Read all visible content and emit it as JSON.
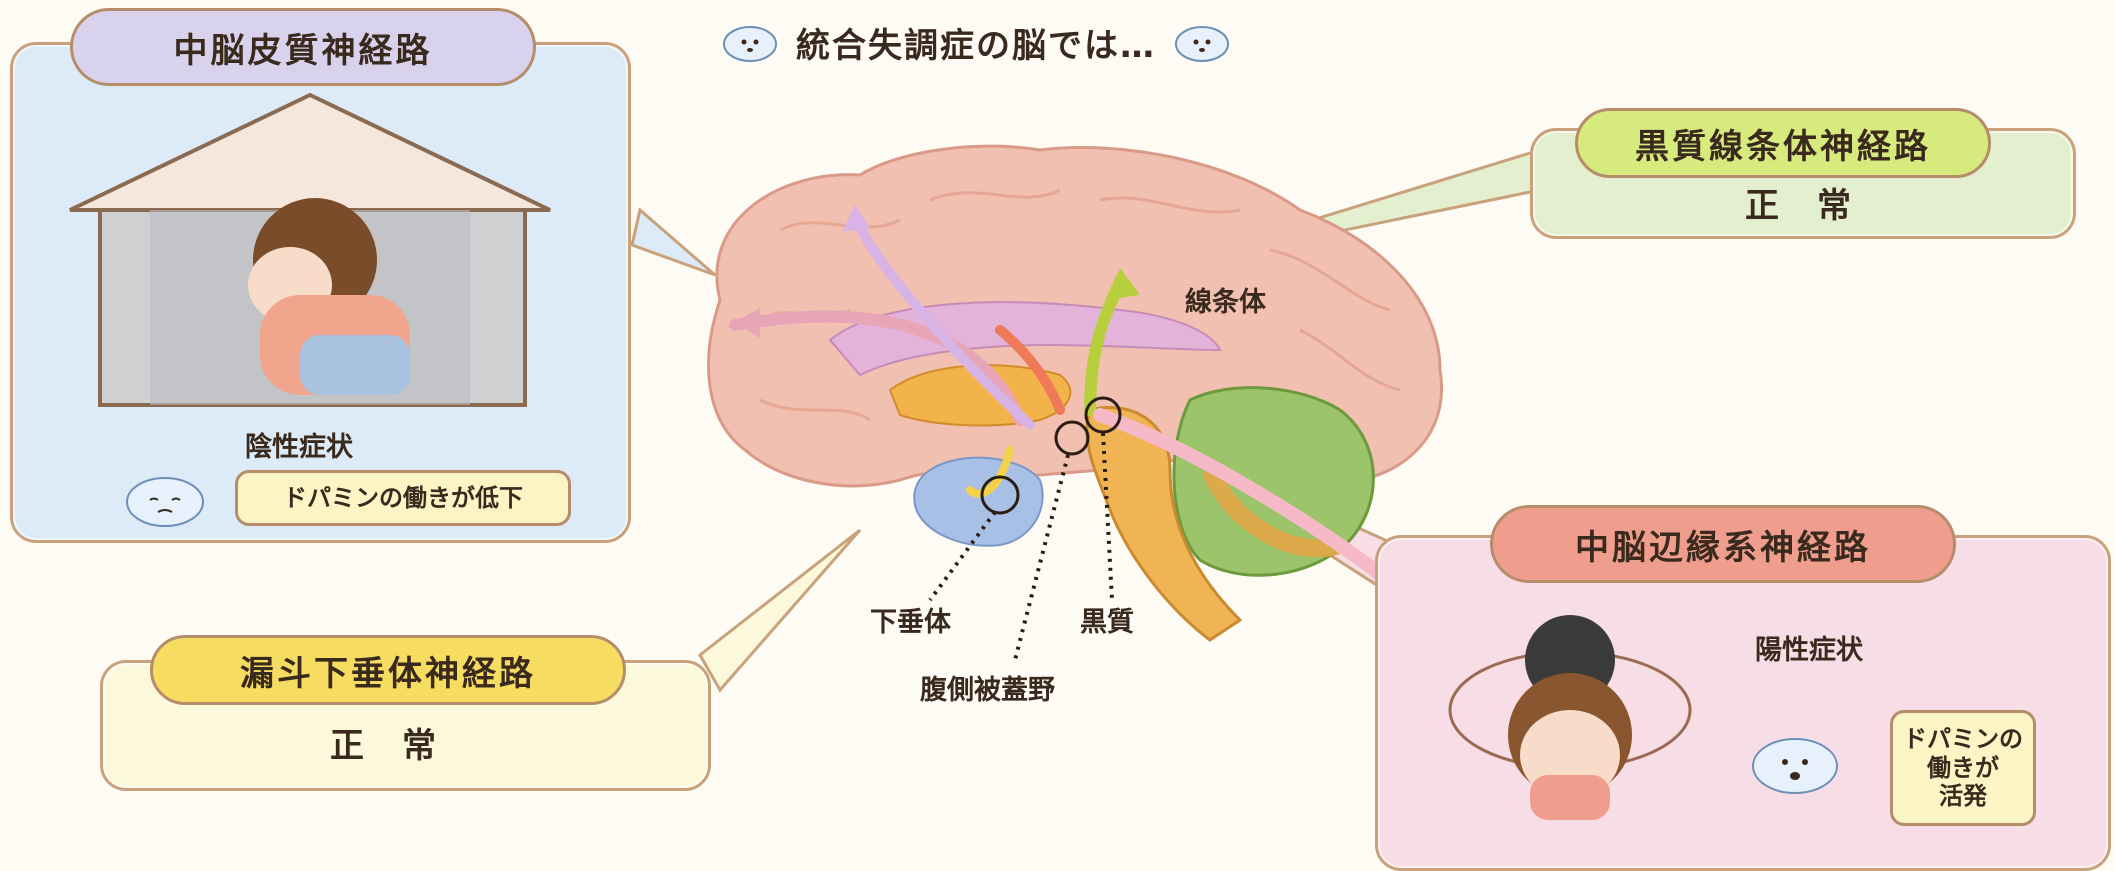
{
  "title": "統合失調症の脳では…",
  "pathways": {
    "mesocortical": {
      "name": "中脳皮質神経路",
      "symptom": "陰性症状",
      "bubble": "ドパミンの働きが低下"
    },
    "nigrostriatal": {
      "name": "黒質線条体神経路",
      "status": "正常"
    },
    "mesolimbic": {
      "name": "中脳辺縁系神経路",
      "symptom": "陽性症状",
      "bubble_lines": [
        "ドパミンの",
        "働きが",
        "活発"
      ]
    },
    "tuberoinfundibular": {
      "name": "漏斗下垂体神経路",
      "status": "正常"
    }
  },
  "brain_labels": {
    "striatum": "線条体",
    "pituitary": "下垂体",
    "substantia_nigra": "黒質",
    "vta": "腹側被蓋野"
  },
  "colors": {
    "mesocortical_pill": "#d9d2ec",
    "mesocortical_panel": "#dcebf7",
    "nigrostriatal_pill": "#d6ea7e",
    "nigrostriatal_panel": "#e3efcf",
    "mesolimbic_pill": "#ef9d8c",
    "mesolimbic_panel": "#f7dde6",
    "tuberoinfundibular_pill": "#f6dd62",
    "tuberoinfundibular_panel": "#fbf8dc",
    "brain": "#f2c0b0"
  },
  "icons": [
    "face-mascot-icon",
    "house-illustration",
    "girl-illustration",
    "brain-illustration"
  ]
}
